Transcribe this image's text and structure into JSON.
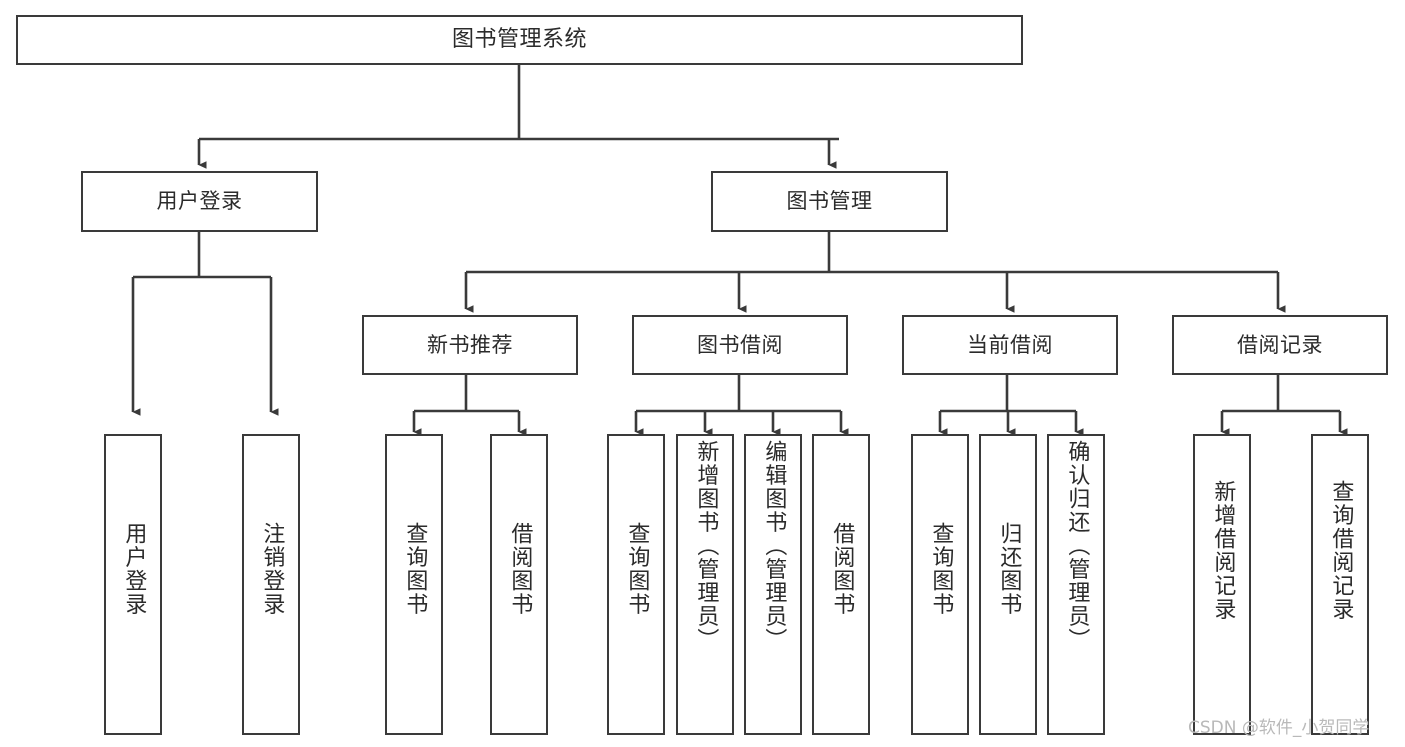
{
  "diagram": {
    "type": "tree",
    "title": "图书管理系统",
    "orientation": "top-down",
    "colors": {
      "stroke": "#3a3a3a",
      "fill": "#ffffff",
      "text": "#2b2b2b",
      "watermark": "#b9b9b9"
    },
    "nodes": {
      "root": {
        "label": "图书管理系统"
      },
      "level2": [
        {
          "id": "user-login",
          "label": "用户登录"
        },
        {
          "id": "book-manage",
          "label": "图书管理"
        }
      ],
      "level3": [
        {
          "id": "new-book-recommend",
          "label": "新书推荐"
        },
        {
          "id": "book-borrow",
          "label": "图书借阅"
        },
        {
          "id": "current-borrow",
          "label": "当前借阅"
        },
        {
          "id": "borrow-record",
          "label": "借阅记录"
        }
      ],
      "leaves": {
        "user_login": [
          {
            "id": "leaf-user-login",
            "label": "用户登录"
          },
          {
            "id": "leaf-logout-login",
            "label": "注销登录"
          }
        ],
        "new_book_recommend": [
          {
            "id": "leaf-query-book-1",
            "label": "查询图书"
          },
          {
            "id": "leaf-borrow-book-1",
            "label": "借阅图书"
          }
        ],
        "book_borrow": [
          {
            "id": "leaf-query-book-2",
            "label": "查询图书"
          },
          {
            "id": "leaf-add-book",
            "label": "新增图书（管理员）"
          },
          {
            "id": "leaf-edit-book",
            "label": "编辑图书（管理员）"
          },
          {
            "id": "leaf-borrow-book-2",
            "label": "借阅图书"
          }
        ],
        "current_borrow": [
          {
            "id": "leaf-query-book-3",
            "label": "查询图书"
          },
          {
            "id": "leaf-return-book",
            "label": "归还图书"
          },
          {
            "id": "leaf-confirm-return",
            "label": "确认归还（管理员）"
          }
        ],
        "borrow_record": [
          {
            "id": "leaf-add-record",
            "label": "新增借阅记录"
          },
          {
            "id": "leaf-query-record",
            "label": "查询借阅记录"
          }
        ]
      }
    },
    "edges": [
      {
        "from": "图书管理系统",
        "to": "用户登录"
      },
      {
        "from": "图书管理系统",
        "to": "图书管理"
      },
      {
        "from": "用户登录",
        "to": "用户登录"
      },
      {
        "from": "用户登录",
        "to": "注销登录"
      },
      {
        "from": "图书管理",
        "to": "新书推荐"
      },
      {
        "from": "图书管理",
        "to": "图书借阅"
      },
      {
        "from": "图书管理",
        "to": "当前借阅"
      },
      {
        "from": "图书管理",
        "to": "借阅记录"
      },
      {
        "from": "新书推荐",
        "to": "查询图书"
      },
      {
        "from": "新书推荐",
        "to": "借阅图书"
      },
      {
        "from": "图书借阅",
        "to": "查询图书"
      },
      {
        "from": "图书借阅",
        "to": "新增图书（管理员）"
      },
      {
        "from": "图书借阅",
        "to": "编辑图书（管理员）"
      },
      {
        "from": "图书借阅",
        "to": "借阅图书"
      },
      {
        "from": "当前借阅",
        "to": "查询图书"
      },
      {
        "from": "当前借阅",
        "to": "归还图书"
      },
      {
        "from": "当前借阅",
        "to": "确认归还（管理员）"
      },
      {
        "from": "借阅记录",
        "to": "新增借阅记录"
      },
      {
        "from": "借阅记录",
        "to": "查询借阅记录"
      }
    ]
  },
  "watermark": {
    "text": "CSDN @软件_小贺同学"
  }
}
